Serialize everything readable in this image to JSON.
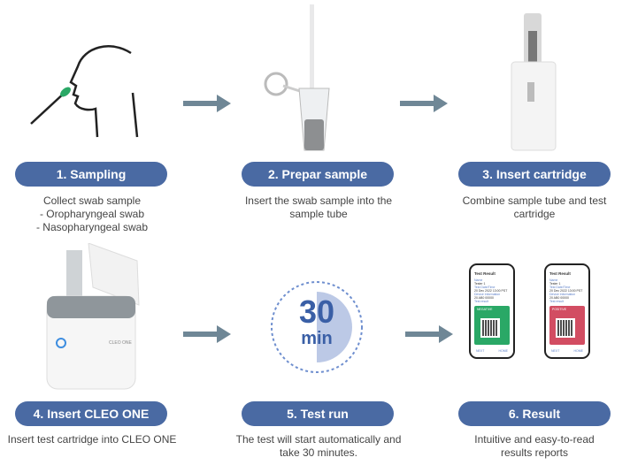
{
  "steps": [
    {
      "title": "1. Sampling",
      "lines": [
        "Collect swab sample",
        "- Oropharyngeal swab",
        "- Nasopharyngeal swab"
      ]
    },
    {
      "title": "2. Prepar sample",
      "lines": [
        "Insert the swab sample into the",
        "sample tube"
      ]
    },
    {
      "title": "3. Insert cartridge",
      "lines": [
        "Combine sample tube and test",
        "cartridge"
      ]
    },
    {
      "title": "4. Insert CLEO ONE",
      "lines": [
        "Insert test cartridge into CLEO ONE"
      ]
    },
    {
      "title": "5. Test run",
      "lines": [
        "The test will start automatically and",
        "take 30 minutes."
      ]
    },
    {
      "title": "6. Result",
      "lines": [
        "Intuitive and easy-to-read",
        "results reports"
      ]
    }
  ],
  "timer": {
    "value": "30",
    "unit": "min"
  },
  "device_label": "CLEO ONE",
  "phones": [
    {
      "title": "Test Result",
      "name_label": "Name",
      "name": "Tester 1",
      "date_label": "Test Date/Time",
      "date": "20 Dec 2022 13:00 PST",
      "device_label": "Device Information",
      "device": "20 AB0 00000",
      "result_label": "Test result",
      "result": "NEGATIVE",
      "next": "NEXT",
      "home": "HOME",
      "color": "#2aa866"
    },
    {
      "title": "Test Result",
      "name_label": "Name",
      "name": "Tester 1",
      "date_label": "Test Date/Time",
      "date": "20 Dec 2022 13:00 PST",
      "device_label": "Device Information",
      "device": "20 AB0 00000",
      "result_label": "Test result",
      "result": "POSITIVE",
      "next": "NEXT",
      "home": "HOME",
      "color": "#d24d62"
    }
  ],
  "colors": {
    "pill": "#4a6aa3",
    "arrow": "#6f8796",
    "timer": "#3a5fa6"
  }
}
